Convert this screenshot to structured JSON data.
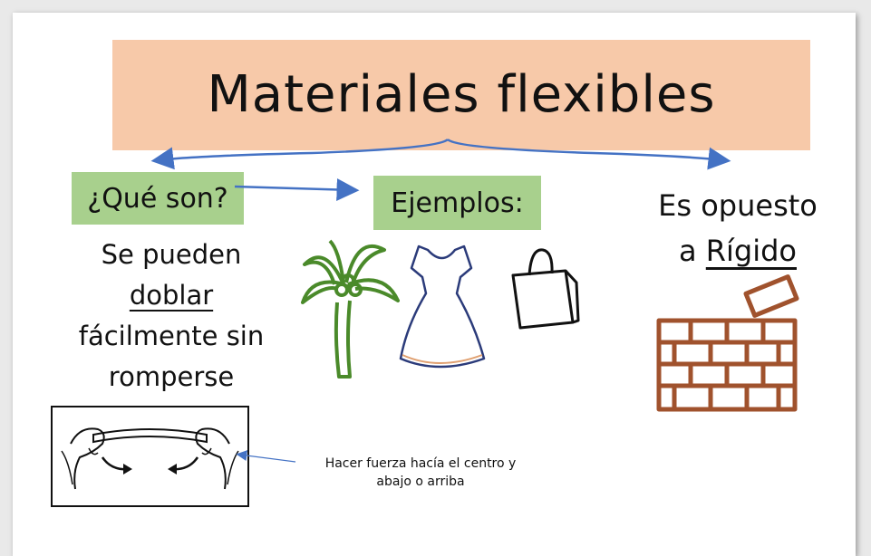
{
  "title": "Materiales flexibles",
  "question_label": "¿Qué son?",
  "examples_label": "Ejemplos:",
  "definition": {
    "line1": "Se pueden",
    "keyword": "doblar",
    "line3": "fácilmente sin",
    "line4": "romperse"
  },
  "opposite": {
    "line1": "Es opuesto",
    "prefix": "a",
    "keyword": "Rígido"
  },
  "note": {
    "line1": "Hacer fuerza hacía el centro y",
    "line2": "abajo o arriba"
  },
  "icons": [
    "palm-tree-icon",
    "dress-icon",
    "shopping-bag-icon",
    "brick-wall-icon",
    "hands-bending-icon"
  ],
  "colors": {
    "title_bg": "#f7c9a9",
    "label_bg": "#a8d08d",
    "arrow": "#4472c4",
    "brick": "#a0522d",
    "palm": "#4a8a2a"
  }
}
